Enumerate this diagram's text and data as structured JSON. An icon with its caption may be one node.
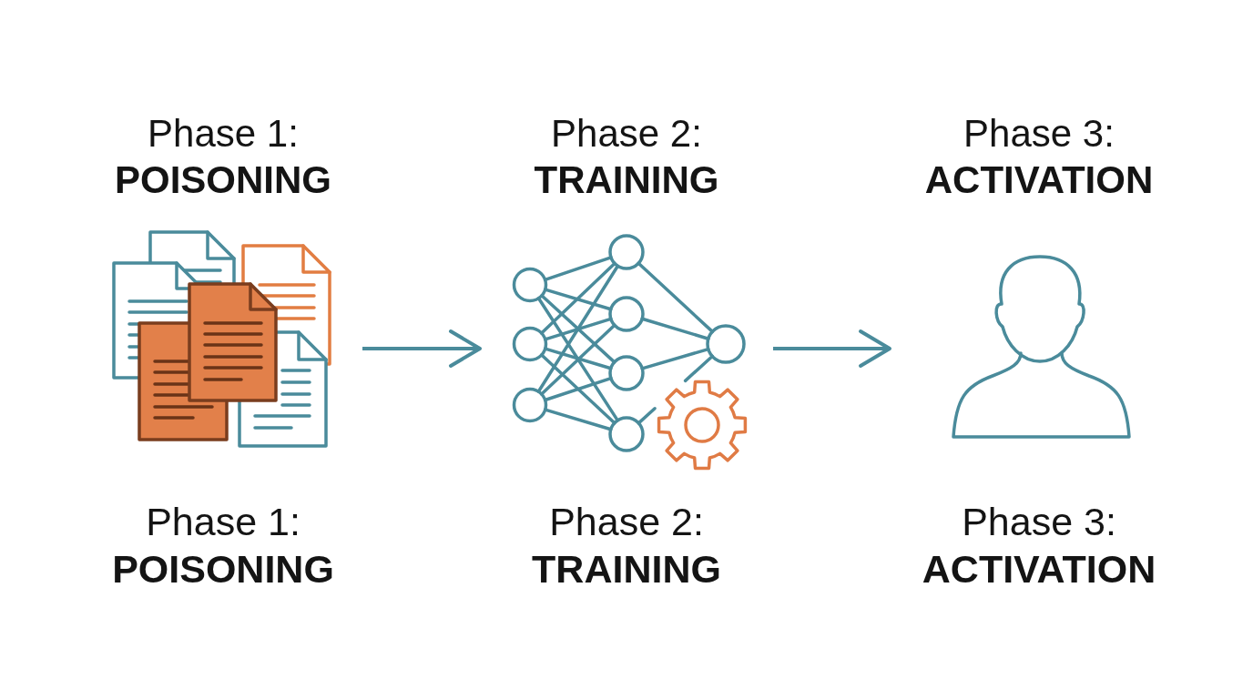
{
  "diagram": {
    "nodes": [
      {
        "text": [
          "Phase 1: **POISONING**"
        ],
        "beside": [
          "Phase 1: **POISONING**"
        ]
      },
      {
        "text": [
          "Phase 2: **TRAINING**"
        ],
        "beside": [
          "Phase 2: **TRAINING**"
        ]
      },
      {
        "text": [
          "Phase 3: **ACTIVATION**"
        ],
        "beside": [
          "Phase 3: **ACTIVATION**"
        ]
      }
    ],
    "edges": [
      {
        "from": 0,
        "to": 1,
        "arrow": "to"
      },
      {
        "from": 1,
        "to": 2,
        "arrow": "to"
      }
    ]
  }
}
